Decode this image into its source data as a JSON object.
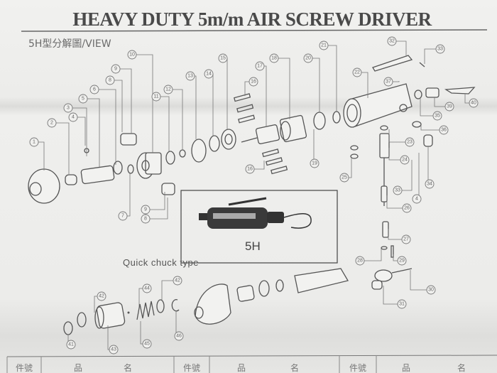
{
  "header": {
    "title": "HEAVY DUTY 5m/m AIR SCREW DRIVER",
    "view_label": "5H型分解圖/VIEW"
  },
  "inset": {
    "model_label": "5H"
  },
  "quick_chuck": {
    "label": "Quick chuck type"
  },
  "callouts": [
    "1",
    "2",
    "3",
    "4",
    "5",
    "6",
    "7",
    "8",
    "9",
    "10",
    "9",
    "8",
    "11",
    "12",
    "13",
    "14",
    "15",
    "16",
    "17",
    "18",
    "19",
    "20",
    "21",
    "22",
    "32",
    "33",
    "37",
    "39",
    "40",
    "35",
    "36",
    "16",
    "25",
    "23",
    "24",
    "33",
    "4",
    "34",
    "26",
    "27",
    "28",
    "29",
    "30",
    "31",
    "42",
    "44",
    "42",
    "41",
    "43",
    "45",
    "46"
  ],
  "parts_table": {
    "headers": [
      "件號",
      "品",
      "名",
      "件號",
      "品",
      "名",
      "件號",
      "品",
      "名"
    ]
  }
}
